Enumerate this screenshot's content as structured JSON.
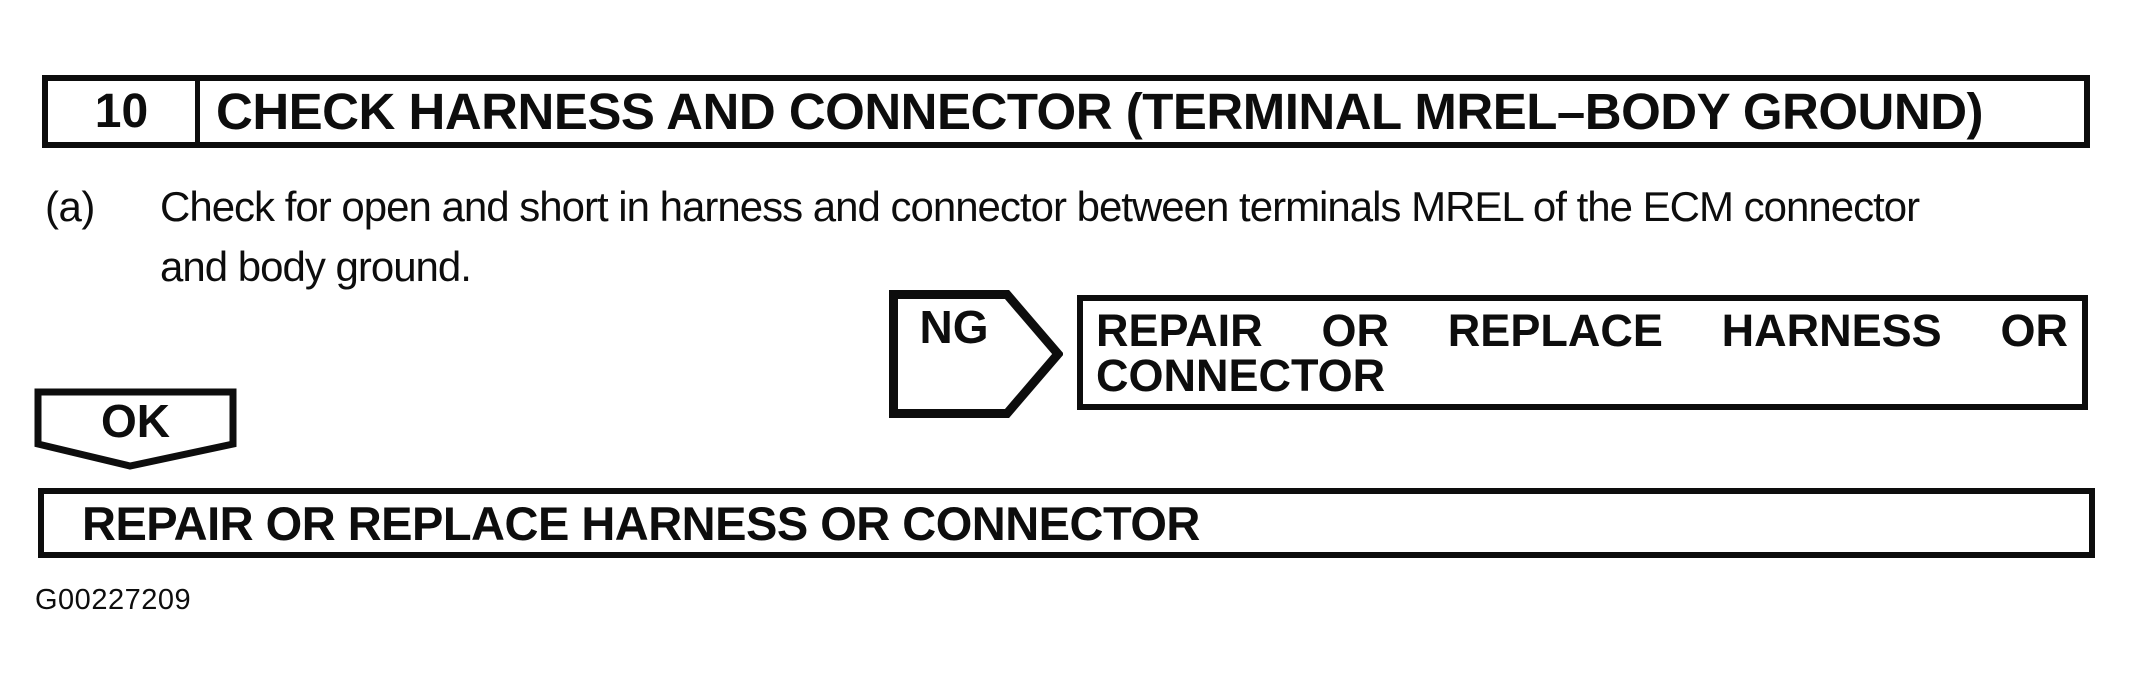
{
  "document": {
    "figure_code": "G00227209",
    "ink_color": "#0d0d0d",
    "paper_color": "#ffffff"
  },
  "step": {
    "number": "10",
    "title": "CHECK HARNESS AND CONNECTOR (TERMINAL MREL–BODY GROUND)"
  },
  "instruction": {
    "label": "(a)",
    "line1": "Check for open and short in harness and connector between terminals MREL of the ECM connector",
    "line2": "and body ground."
  },
  "ng_branch": {
    "label": "NG",
    "result_line1": "REPAIR OR REPLACE HARNESS OR",
    "result_line2": "CONNECTOR"
  },
  "ok_branch": {
    "label": "OK",
    "result": "REPAIR OR REPLACE HARNESS OR CONNECTOR"
  }
}
